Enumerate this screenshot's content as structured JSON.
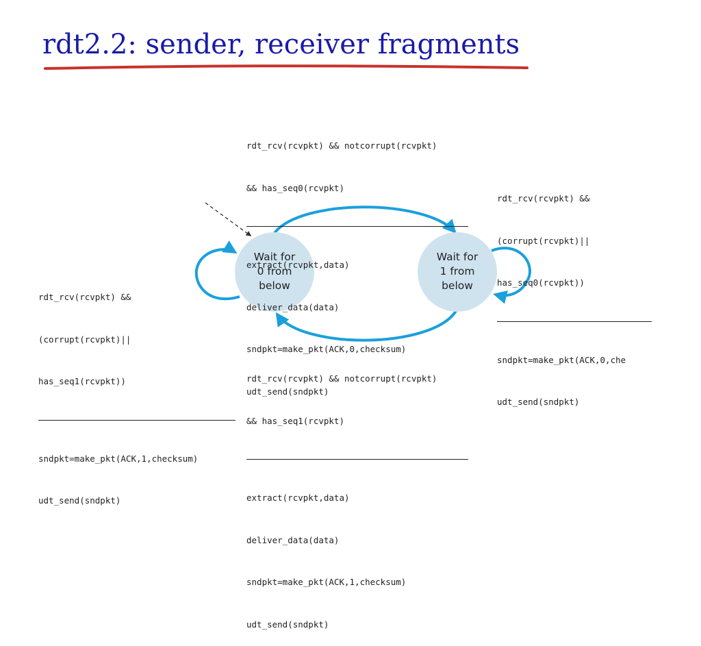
{
  "slide": {
    "title": "rdt2.2: sender, receiver fragments"
  },
  "diagram": {
    "states": [
      {
        "lines": [
          "Wait for",
          "0 from",
          "below"
        ]
      },
      {
        "lines": [
          "Wait for",
          "1 from",
          "below"
        ]
      }
    ],
    "transitions": {
      "top": {
        "condition": [
          "rdt_rcv(rcvpkt) && notcorrupt(rcvpkt)",
          "&& has_seq0(rcvpkt)"
        ],
        "actions": [
          "extract(rcvpkt,data)",
          "deliver_data(data)",
          "sndpkt=make_pkt(ACK,0,checksum)",
          "udt_send(sndpkt)"
        ]
      },
      "bottom": {
        "condition": [
          "rdt_rcv(rcvpkt) && notcorrupt(rcvpkt)",
          "&& has_seq1(rcvpkt)"
        ],
        "actions": [
          "extract(rcvpkt,data)",
          "deliver_data(data)",
          "sndpkt=make_pkt(ACK,1,checksum)",
          "udt_send(sndpkt)"
        ]
      },
      "left_self": {
        "condition": [
          "rdt_rcv(rcvpkt) &&",
          "(corrupt(rcvpkt)||",
          "has_seq1(rcvpkt))"
        ],
        "actions": [
          "sndpkt=make_pkt(ACK,1,checksum)",
          "udt_send(sndpkt)"
        ]
      },
      "right_self": {
        "condition": [
          "rdt_rcv(rcvpkt) &&",
          "(corrupt(rcvpkt)||",
          "has_seq0(rcvpkt))"
        ],
        "actions": [
          "sndpkt=make_pkt(ACK,0,che",
          "udt_send(sndpkt)"
        ]
      }
    },
    "colors": {
      "state_fill": "#cfe3ef",
      "arrow": "#1aa0dc",
      "title": "#1a1aa8",
      "title_underline": "#c8322a"
    }
  }
}
